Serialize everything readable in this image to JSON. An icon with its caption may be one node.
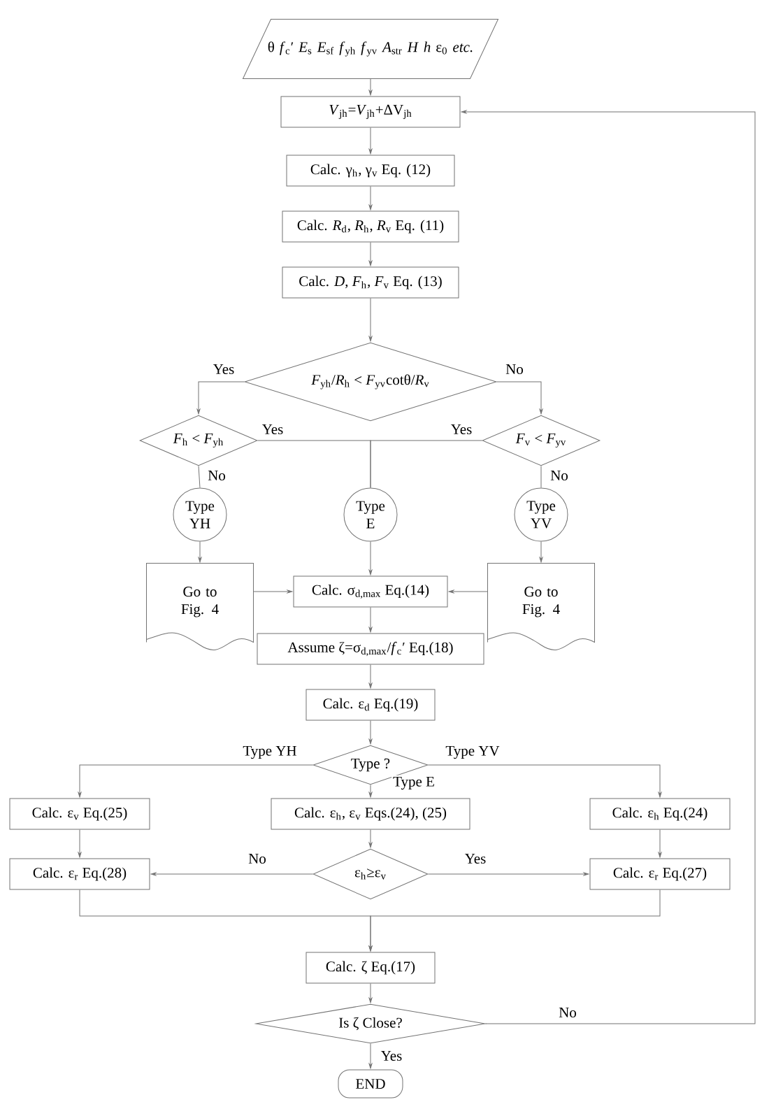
{
  "diagram": {
    "nodes": [
      {
        "text": [
          "θ *f*$_{c}$′ *E*$_{s}$ *E*$_{sf}$ *f*$_{yh}$ *f*$_{yv}$ *A*$_{str}$ *H* *h* ε$_{0}$ *etc.*"
        ]
      },
      {
        "text": [
          "*V*$_{jh}$=*V*$_{jh}$+ΔV$_{jh}$"
        ]
      },
      {
        "text": [
          "Calc. γ$_{h}$, γ$_{v}$ Eq. (12)"
        ]
      },
      {
        "text": [
          "Calc. *R*$_{d}$, *R*$_{h}$, *R*$_{v}$ Eq. (11)"
        ]
      },
      {
        "text": [
          "Calc. *D*, *F*$_{h}$, *F*$_{v}$ Eq. (13)"
        ]
      },
      {
        "text": [
          "*F*$_{yh}$/*R*$_{h}$ < *F*$_{yv}$cotθ/*R*$_{v}$"
        ]
      },
      {
        "text": [
          "*F*$_{h}$ < *F*$_{yh}$"
        ]
      },
      {
        "text": [
          "*F*$_{v}$ < *F*$_{yv}$"
        ]
      },
      {
        "text": [
          "Type YH"
        ]
      },
      {
        "text": [
          "Type E"
        ]
      },
      {
        "text": [
          "Type YV"
        ]
      },
      {
        "text": [
          "Go to Fig. 4"
        ]
      },
      {
        "text": [
          "Calc. σ$_{d,max}$ Eq.(14)"
        ]
      },
      {
        "text": [
          "Go to Fig. 4"
        ]
      },
      {
        "text": [
          "Assume ζ=σ$_{d,max}$/*f*$_{c}$′ Eq.(18)"
        ]
      },
      {
        "text": [
          "Calc. ε$_{d}$ Eq.(19)"
        ]
      },
      {
        "text": [
          "Type ?"
        ]
      },
      {
        "text": [
          "Calc. ε$_{v}$ Eq.(25)"
        ]
      },
      {
        "text": [
          "Calc. ε$_{h}$, ε$_{v}$ Eqs.(24), (25)"
        ]
      },
      {
        "text": [
          "Calc. ε$_{h}$ Eq.(24)"
        ]
      },
      {
        "text": [
          "Calc. ε$_{r}$ Eq.(28)"
        ]
      },
      {
        "text": [
          "ε$_{h}$≥ε$_{v}$"
        ]
      },
      {
        "text": [
          "Calc. ε$_{r}$ Eq.(27)"
        ]
      },
      {
        "text": [
          "Calc. ζ Eq.(17)"
        ]
      },
      {
        "text": [
          "Is ζ Close?"
        ]
      },
      {
        "text": [
          "END"
        ]
      }
    ],
    "edges": [
      {
        "from": 0,
        "to": 1,
        "arrow": "to"
      },
      {
        "from": 1,
        "to": 2,
        "arrow": "to"
      },
      {
        "from": 2,
        "to": 3,
        "arrow": "to"
      },
      {
        "from": 3,
        "to": 4,
        "arrow": "to"
      },
      {
        "from": 4,
        "to": 5,
        "arrow": "to"
      },
      {
        "from": 5,
        "to": 6,
        "label": "Yes",
        "arrow": "to"
      },
      {
        "from": 5,
        "to": 7,
        "label": "No",
        "arrow": "to"
      },
      {
        "from": 6,
        "to": 8,
        "label": "No",
        "arrow": "none"
      },
      {
        "from": 6,
        "to": 9,
        "label": "Yes",
        "arrow": "none"
      },
      {
        "from": 7,
        "to": 9,
        "label": "Yes",
        "arrow": "none"
      },
      {
        "from": 7,
        "to": 10,
        "label": "No",
        "arrow": "none"
      },
      {
        "from": 8,
        "to": 11,
        "arrow": "to"
      },
      {
        "from": 9,
        "to": 12,
        "arrow": "to"
      },
      {
        "from": 10,
        "to": 13,
        "arrow": "to"
      },
      {
        "from": 11,
        "to": 12,
        "arrow": "to"
      },
      {
        "from": 13,
        "to": 12,
        "arrow": "to"
      },
      {
        "from": 12,
        "to": 14,
        "arrow": "to"
      },
      {
        "from": 14,
        "to": 15,
        "arrow": "to"
      },
      {
        "from": 15,
        "to": 16,
        "arrow": "to"
      },
      {
        "from": 16,
        "to": 17,
        "label": "Type YH",
        "arrow": "to"
      },
      {
        "from": 16,
        "to": 18,
        "label": "Type E",
        "arrow": "to"
      },
      {
        "from": 16,
        "to": 19,
        "label": "Type YV",
        "arrow": "to"
      },
      {
        "from": 17,
        "to": 20,
        "arrow": "to"
      },
      {
        "from": 18,
        "to": 21,
        "arrow": "to"
      },
      {
        "from": 19,
        "to": 22,
        "arrow": "to"
      },
      {
        "from": 21,
        "to": 20,
        "label": "No",
        "arrow": "to"
      },
      {
        "from": 21,
        "to": 22,
        "label": "Yes",
        "arrow": "to"
      },
      {
        "from": 20,
        "to": 23,
        "arrow": "to"
      },
      {
        "from": 22,
        "to": 23,
        "arrow": "to"
      },
      {
        "from": 23,
        "to": 24,
        "arrow": "to"
      },
      {
        "from": 24,
        "to": 25,
        "label": "Yes",
        "arrow": "to"
      },
      {
        "from": 24,
        "to": 1,
        "label": "No",
        "arrow": "to"
      }
    ]
  }
}
